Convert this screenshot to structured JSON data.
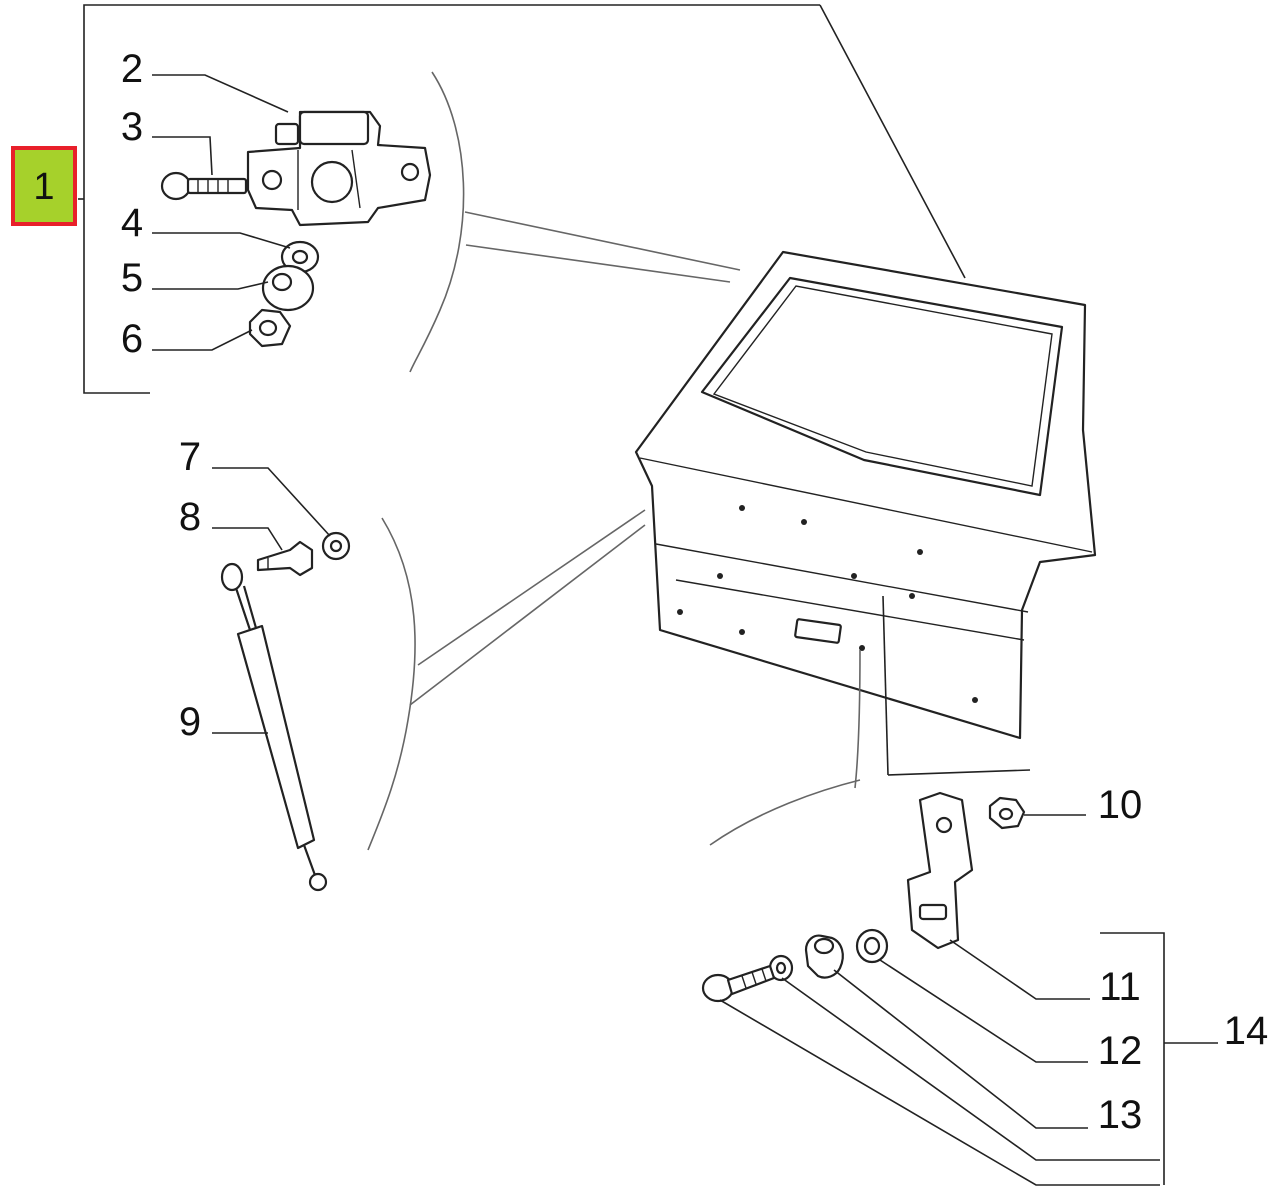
{
  "diagram": {
    "selected_callout": "1",
    "highlight_color": "#e8202a",
    "highlight_fill": "#a6d12b",
    "callouts": {
      "c1": "1",
      "c2": "2",
      "c3": "3",
      "c4": "4",
      "c5": "5",
      "c6": "6",
      "c7": "7",
      "c8": "8",
      "c9": "9",
      "c10": "10",
      "c11": "11",
      "c12": "12",
      "c13": "13",
      "c14": "14"
    }
  }
}
